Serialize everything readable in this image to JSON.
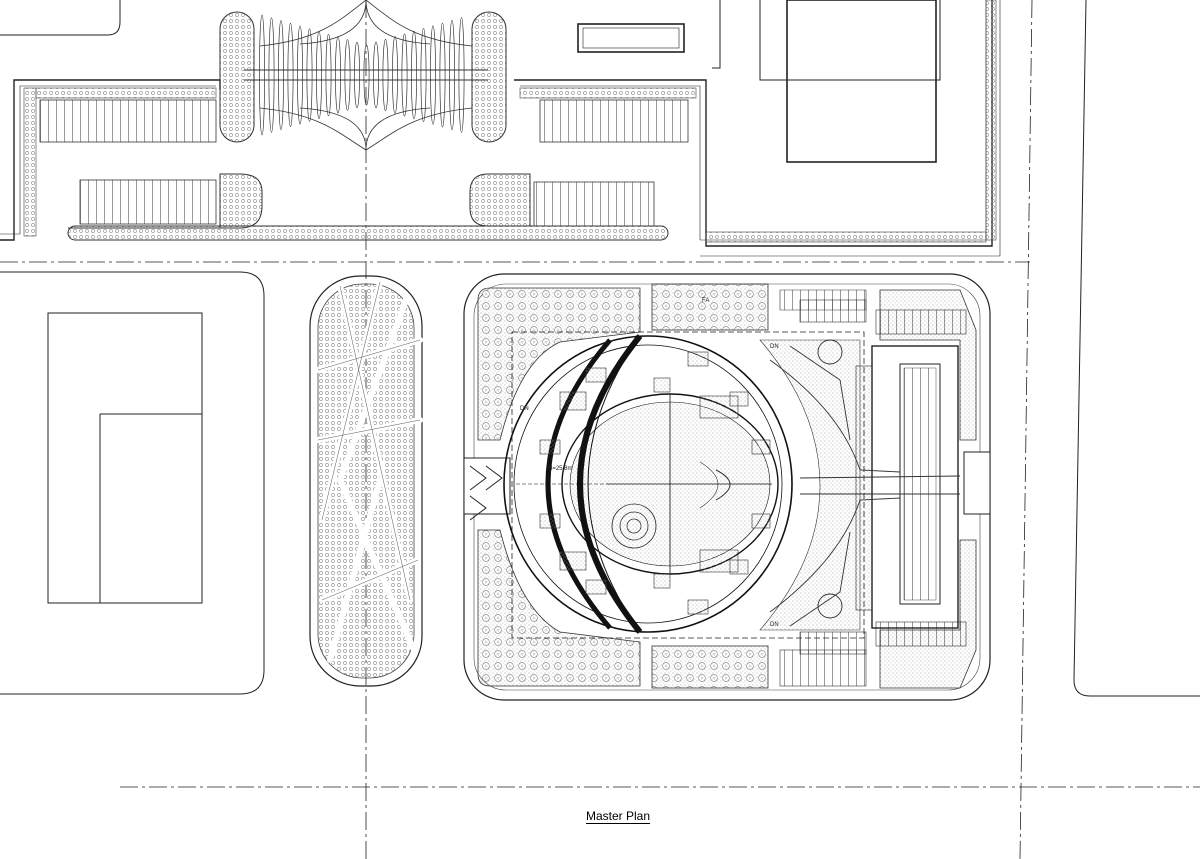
{
  "drawing": {
    "title": "Master Plan",
    "labels": {
      "top_corridor_tag": "FA",
      "ramp_left": "DN",
      "ramp_right_upper": "DN",
      "ramp_right_lower": "DN",
      "level_mark": "H=25.8m"
    },
    "colors": {
      "line": "#1a1a1a",
      "hatch": "#9a9a9a",
      "paper": "#ffffff"
    }
  }
}
